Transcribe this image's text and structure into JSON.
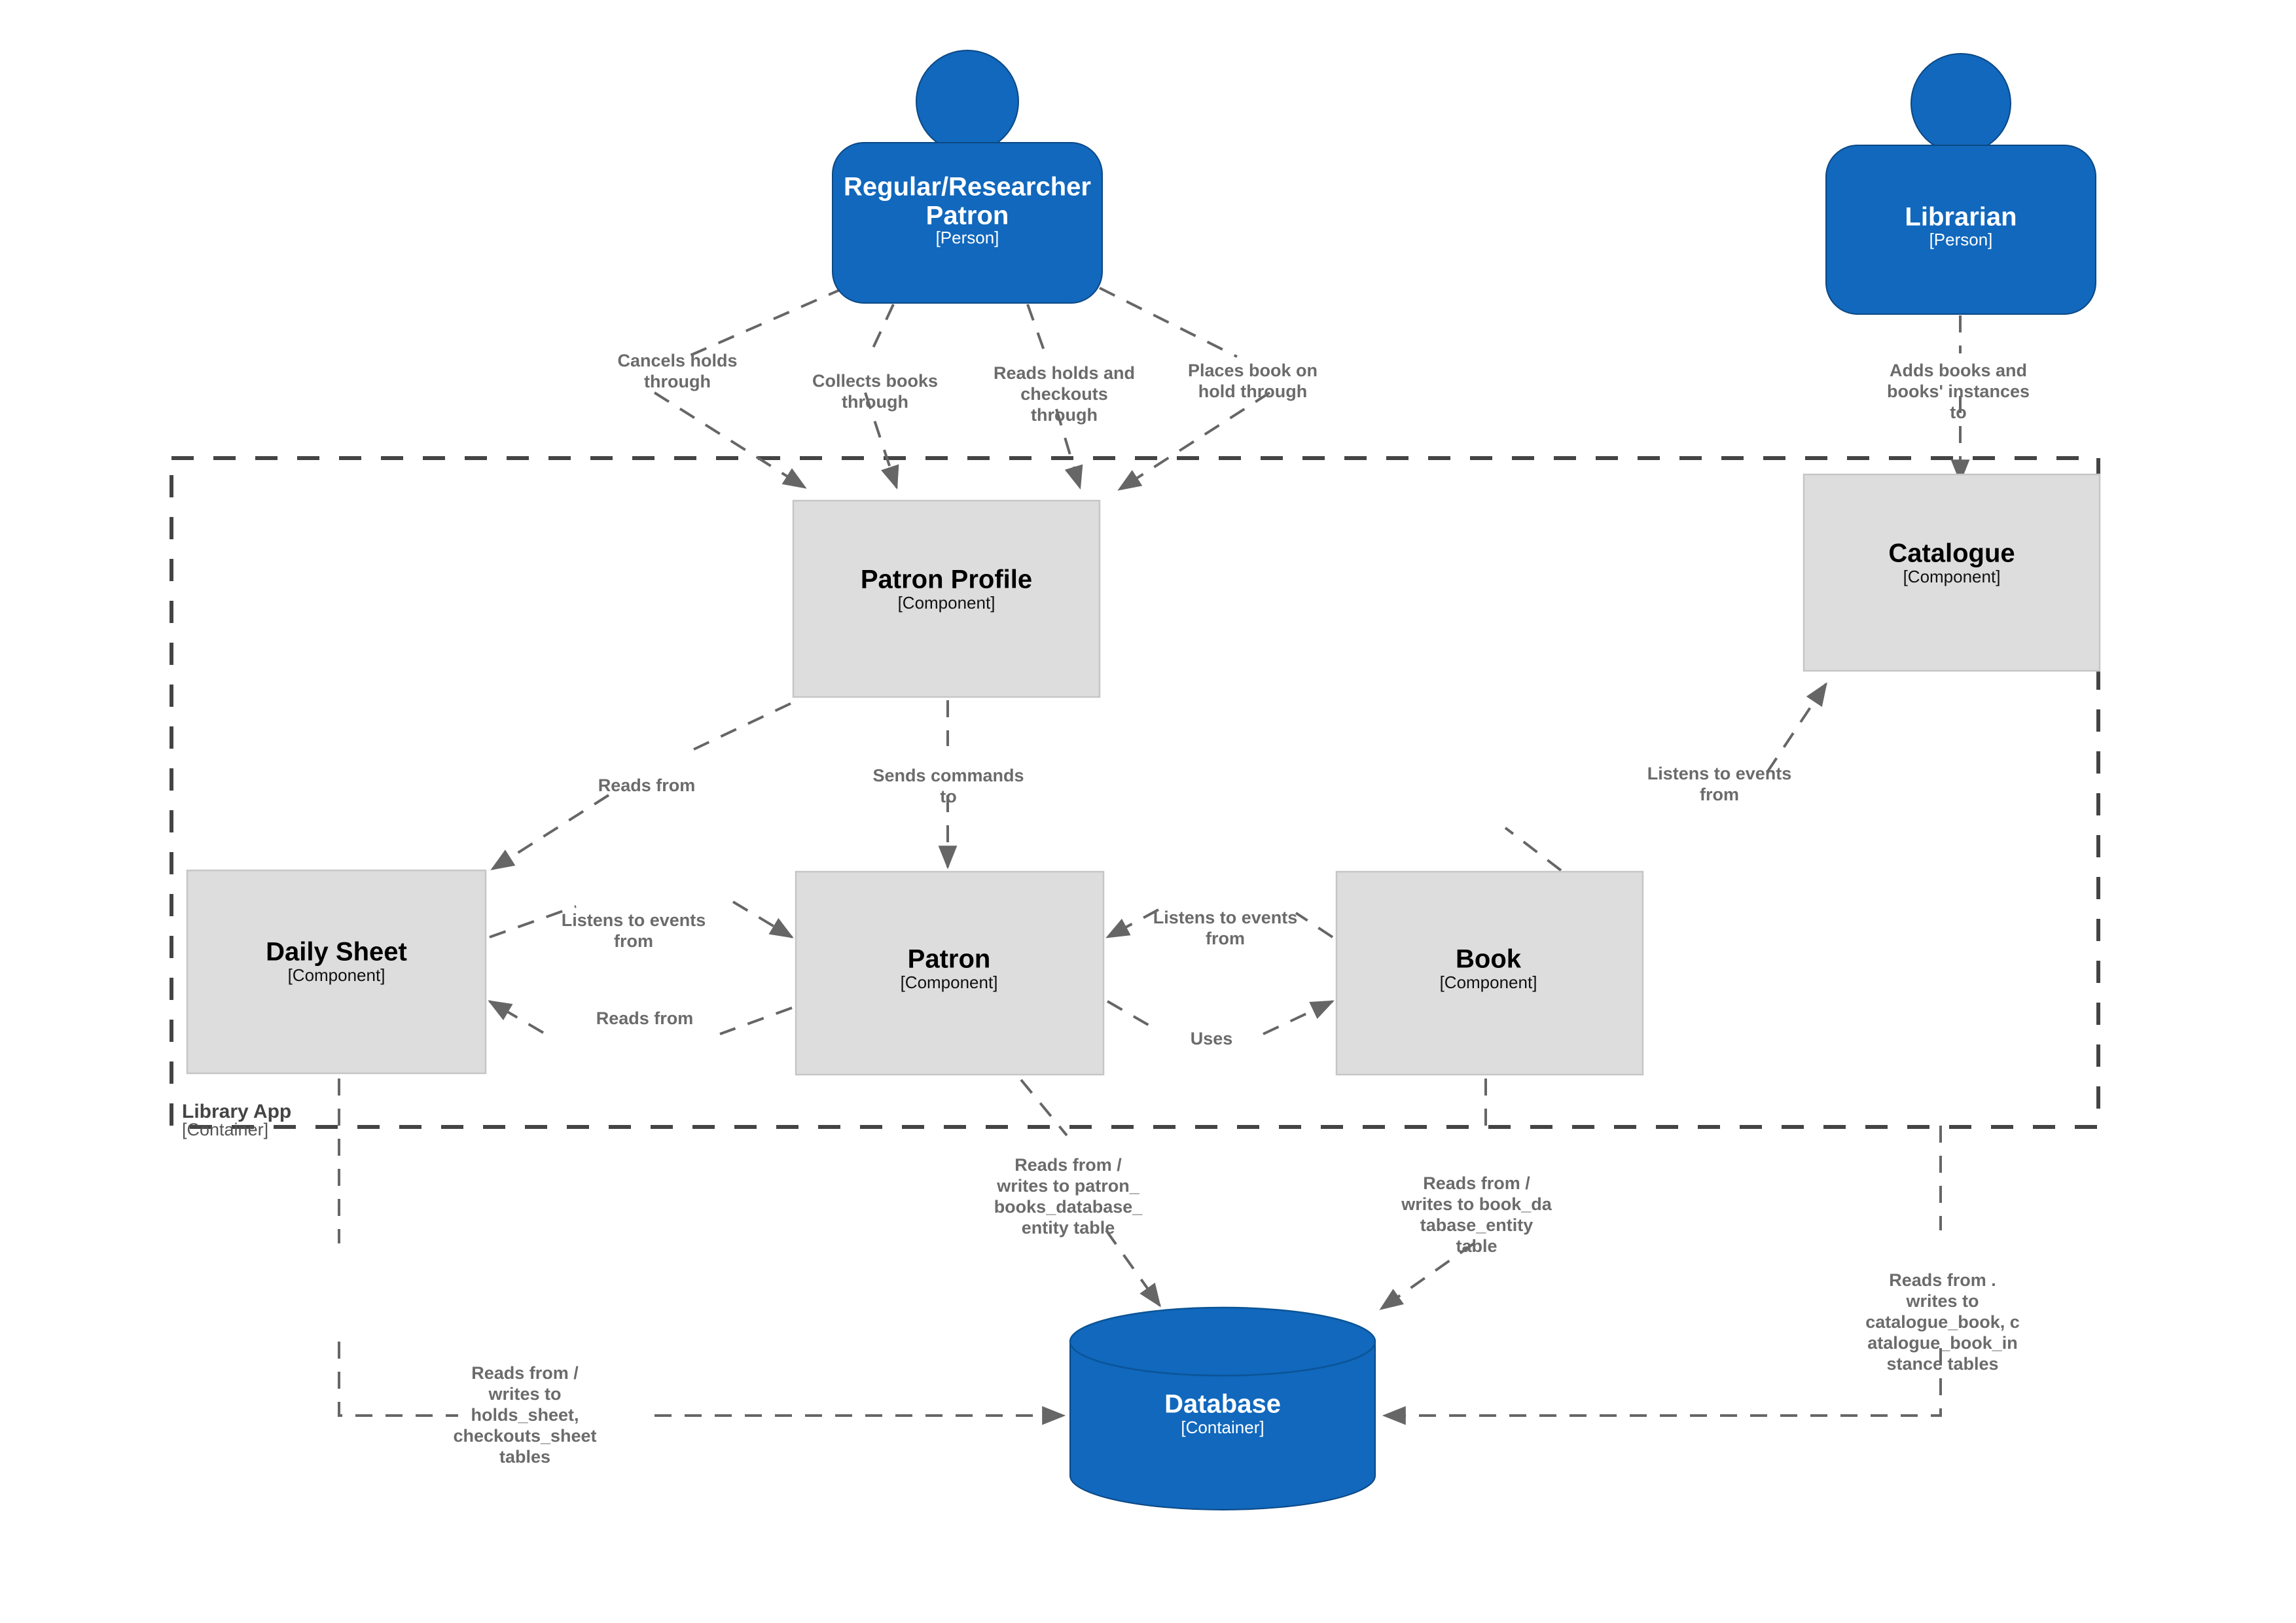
{
  "diagram": {
    "title": "Library App C4 Component Diagram",
    "colors": {
      "person": "#1168bd",
      "component": "#dddddd",
      "database": "#1168bd",
      "edge": "#666666",
      "boundary": "#444444",
      "background": "#ffffff"
    }
  },
  "people": [
    {
      "id": "patron-person",
      "name": "Regular/Researcher\nPatron",
      "name_line1": "Regular/Researcher",
      "name_line2": "Patron",
      "type": "[Person]"
    },
    {
      "id": "librarian-person",
      "name": "Librarian",
      "name_line1": "Librarian",
      "name_line2": "",
      "type": "[Person]"
    }
  ],
  "boundary": {
    "name": "Library App",
    "type": "[Container]"
  },
  "components": [
    {
      "id": "patron-profile",
      "name": "Patron Profile",
      "type": "[Component]"
    },
    {
      "id": "catalogue",
      "name": "Catalogue",
      "type": "[Component]"
    },
    {
      "id": "daily-sheet",
      "name": "Daily Sheet",
      "type": "[Component]"
    },
    {
      "id": "patron",
      "name": "Patron",
      "type": "[Component]"
    },
    {
      "id": "book",
      "name": "Book",
      "type": "[Component]"
    }
  ],
  "database": {
    "id": "database",
    "name": "Database",
    "type": "[Container]"
  },
  "edge_labels": {
    "cancels_holds": [
      "Cancels holds",
      "through"
    ],
    "collects_books": [
      "Collects books",
      "through"
    ],
    "reads_holds_checkouts": [
      "Reads holds and",
      "checkouts",
      "through"
    ],
    "places_book_hold": [
      "Places book on",
      "hold through"
    ],
    "adds_books": [
      "Adds books and",
      "books' instances",
      "to"
    ],
    "profile_reads_from": [
      "Reads from"
    ],
    "profile_sends_commands": [
      "Sends commands",
      "to"
    ],
    "catalogue_listens": [
      "Listens to events",
      "from"
    ],
    "sheet_listens": [
      "Listens to events",
      "from"
    ],
    "sheet_reads_from": [
      "Reads from"
    ],
    "book_listens": [
      "Listens to events",
      "from"
    ],
    "patron_uses_book": [
      "Uses"
    ],
    "patron_db": [
      "Reads from /",
      "writes to patron_",
      "books_database_",
      "entity table"
    ],
    "book_db": [
      "Reads from /",
      "writes to book_da",
      "tabase_entity",
      "table"
    ],
    "catalogue_db": [
      "Reads from .",
      "writes to",
      "catalogue_book, c",
      "atalogue_book_in",
      "stance tables"
    ],
    "sheet_db": [
      "Reads from /",
      "writes to",
      "holds_sheet,",
      "checkouts_sheet",
      "tables"
    ]
  }
}
